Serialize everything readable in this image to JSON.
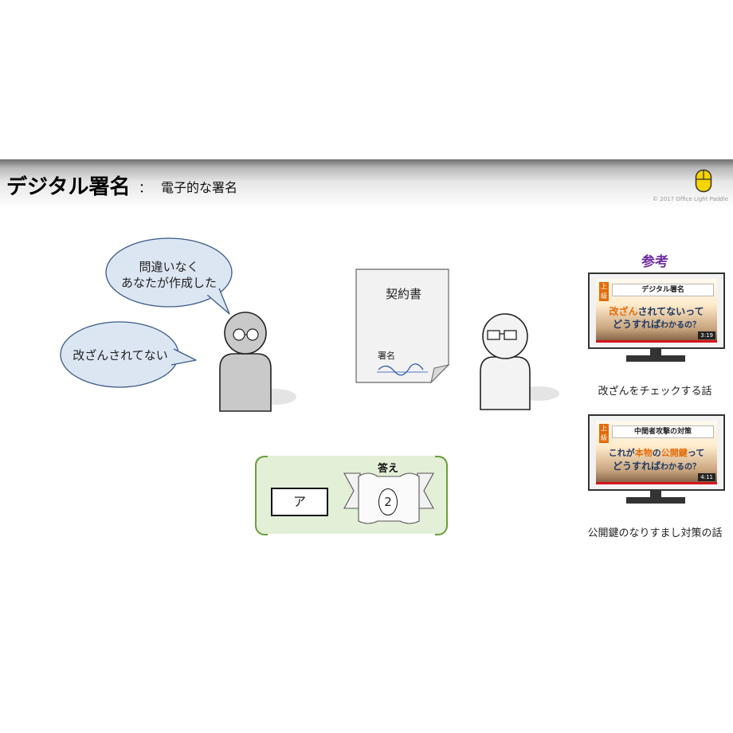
{
  "header": {
    "title": "デジタル署名",
    "colon": "：",
    "subtitle": "電子的な署名",
    "copyright": "© 2017 Office Light Paddle"
  },
  "bubbles": {
    "top_line1": "問違いなく",
    "top_line2": "あなたが作成した",
    "bottom": "改ざんされてない"
  },
  "document": {
    "title": "契約書",
    "sign_label": "署名"
  },
  "reference": {
    "title": "参考",
    "videos": [
      {
        "badge": "上級",
        "title": "デジタル署名",
        "line1_a": "改ざん",
        "line1_b": "されてないって",
        "line2_a": "どうすれば",
        "line2_b": "わかるの？",
        "duration": "3:19",
        "caption": "改ざんをチェックする話"
      },
      {
        "badge": "上級",
        "title": "中間者攻撃の対策",
        "line1_a": "これが",
        "line1_b": "本物",
        "line1_c": "の",
        "line1_d": "公開鍵",
        "line1_e": "って",
        "line2_a": "どうすれば",
        "line2_b": "わかるの？",
        "duration": "4:11",
        "caption": "公開鍵のなりすまし対策の話"
      }
    ]
  },
  "answer": {
    "choice": "ア",
    "label": "答え",
    "number": "2"
  },
  "colors": {
    "bubble_fill": "#dce6f2",
    "person_dark": "#c9c9c9",
    "person_light": "#f3f3f3",
    "accent_orange": "#e36c0a",
    "accent_purple": "#7030a0",
    "answer_green": "#6a9e3c",
    "signature_blue": "#1f4fb4"
  }
}
